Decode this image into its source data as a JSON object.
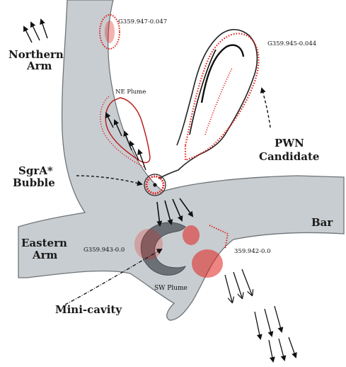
{
  "labels": {
    "northern_arm_line1": "Northern",
    "northern_arm_line2": "Arm",
    "g359_947": "G359.947-0.047",
    "g359_945": "G359.945-0.044",
    "ne_plume": "NE Plume",
    "pwn_line1": "PWN",
    "pwn_line2": "Candidate",
    "sgra_line1": "SgrA*",
    "sgra_line2": "Bubble",
    "bar": "Bar",
    "eastern_arm_line1": "Eastern",
    "eastern_arm_line2": "Arm",
    "g359_943": "G359.943-0.0",
    "g359_942": "359.942-0.0",
    "sw_plume": "SW Plume",
    "mini_cavity": "Mini-cavity"
  },
  "colors": {
    "arm_fill": "#c8cdd1",
    "arm_stroke": "#6e7478",
    "emission_red": "#e0201c",
    "arrow": "#111111"
  }
}
